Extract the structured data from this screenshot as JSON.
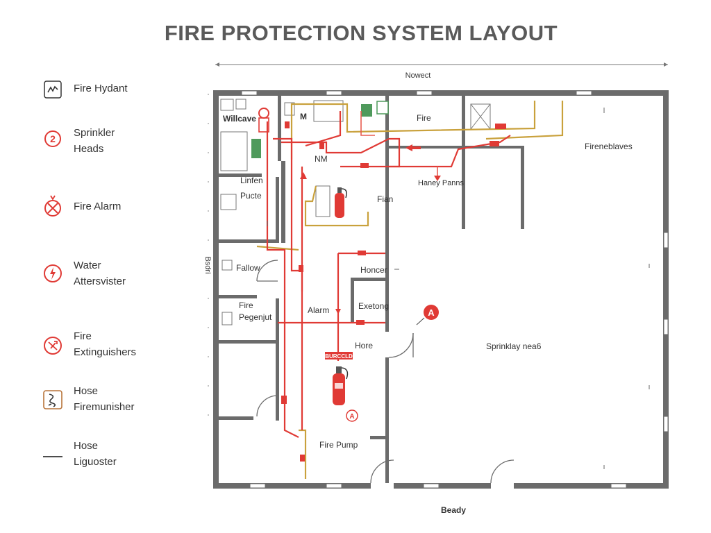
{
  "title": "FIRE PROTECTION SYSTEM LAYOUT",
  "legend": [
    {
      "icon": "fire-hydrant-icon",
      "lines": [
        "Fire Hydant"
      ]
    },
    {
      "icon": "sprinkler-heads-icon",
      "lines": [
        "Sprinkler",
        "Heads"
      ]
    },
    {
      "icon": "fire-alarm-icon",
      "lines": [
        "Fire Alarm"
      ]
    },
    {
      "icon": "water-alarm-icon",
      "lines": [
        "Water",
        "Attersvister"
      ]
    },
    {
      "icon": "fire-extinguisher-icon",
      "lines": [
        "Fire",
        "Extinguishers"
      ]
    },
    {
      "icon": "hose-icon",
      "lines": [
        "Hose",
        "Firemunisher"
      ]
    },
    {
      "icon": "hose-line-icon",
      "lines": [
        "Hose",
        "Liguoster"
      ]
    }
  ],
  "plan": {
    "top_dimension": "Nowect",
    "side_dimension": "Bsdri",
    "bottom_label": "Beady",
    "rooms": {
      "willcave": "Willcave",
      "m": "M",
      "nm": "NM",
      "linfen": "Linfen",
      "pucte": "Pucte",
      "fian": "Fian",
      "fallow": "Fallow",
      "fire_pegenjut_1": "Fire",
      "fire_pegenjut_2": "Pegenjut",
      "alarm": "Alarm",
      "honcer": "Honcer",
      "exetong": "Exetong",
      "hore": "Hore",
      "fire_pump": "Fire Pump",
      "fire": "Fire",
      "haney_panns": "Haney Panns",
      "fireneblaves": "Fireneblaves",
      "sprinklay_nea6": "Sprinklay nea6"
    },
    "red_tag": "BURCCLD",
    "marker_a_large": "A",
    "marker_a_small": "A"
  }
}
